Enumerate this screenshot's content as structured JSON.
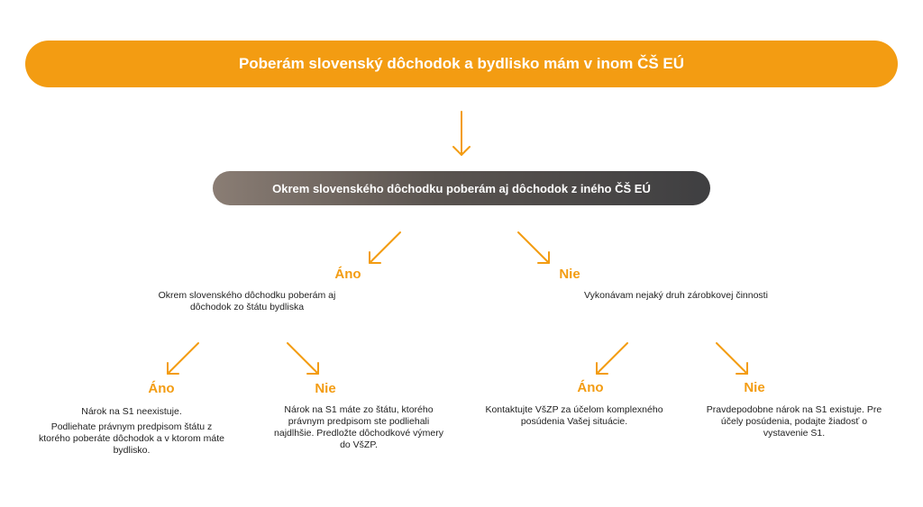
{
  "title": "Poberám slovenský dôchodok a bydlisko mám v inom ČŠ EÚ",
  "question1": "Okrem slovenského dôchodku poberám aj dôchodok z iného ČŠ EÚ",
  "branch_yes": {
    "label": "Áno",
    "question": "Okrem slovenského dôchodku poberám aj dôchodok zo štátu bydliska",
    "yes": {
      "label": "Áno",
      "lines": [
        "Nárok na S1 neexistuje.",
        "Podliehate právnym predpisom štátu z ktorého poberáte dôchodok a v ktorom máte bydlisko."
      ]
    },
    "no": {
      "label": "Nie",
      "text": "Nárok na S1 máte zo štátu, ktorého právnym predpisom ste podliehali najdlhšie. Predložte dôchodkové výmery do VšZP."
    }
  },
  "branch_no": {
    "label": "Nie",
    "question": "Vykonávam nejaký druh zárobkovej činnosti",
    "yes": {
      "label": "Áno",
      "text": "Kontaktujte VšZP za účelom komplexného posúdenia Vašej situácie."
    },
    "no": {
      "label": "Nie",
      "text": "Pravdepodobne nárok na S1 existuje. Pre účely posúdenia, podajte žiadosť o vystavenie S1."
    }
  },
  "colors": {
    "accent": "#f39c12",
    "dark_bar": "#4a4646"
  }
}
